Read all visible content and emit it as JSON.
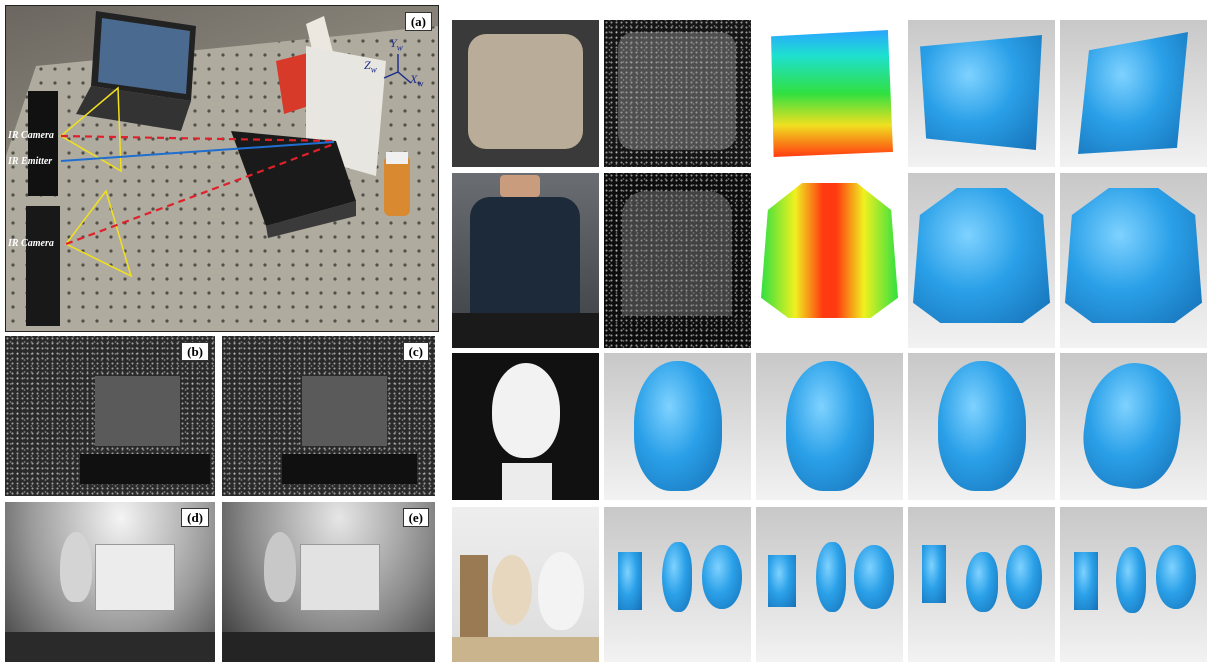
{
  "panel_labels": {
    "a": "(a)",
    "b": "(b)",
    "c": "(c)",
    "d": "(d)",
    "e": "(e)"
  },
  "annotations": {
    "ir_camera_top": "IR Camera",
    "ir_emitter": "IR Emitter",
    "ir_camera_bottom": "IR Camera"
  },
  "axes": {
    "x": "X",
    "y": "Y",
    "z": "Z",
    "subscript": "w"
  },
  "colors": {
    "camera_ray": "#e0202a",
    "emitter_ray": "#1f6fd0",
    "frustum": "#f0e020",
    "model_blue": "#2aa0e8"
  }
}
